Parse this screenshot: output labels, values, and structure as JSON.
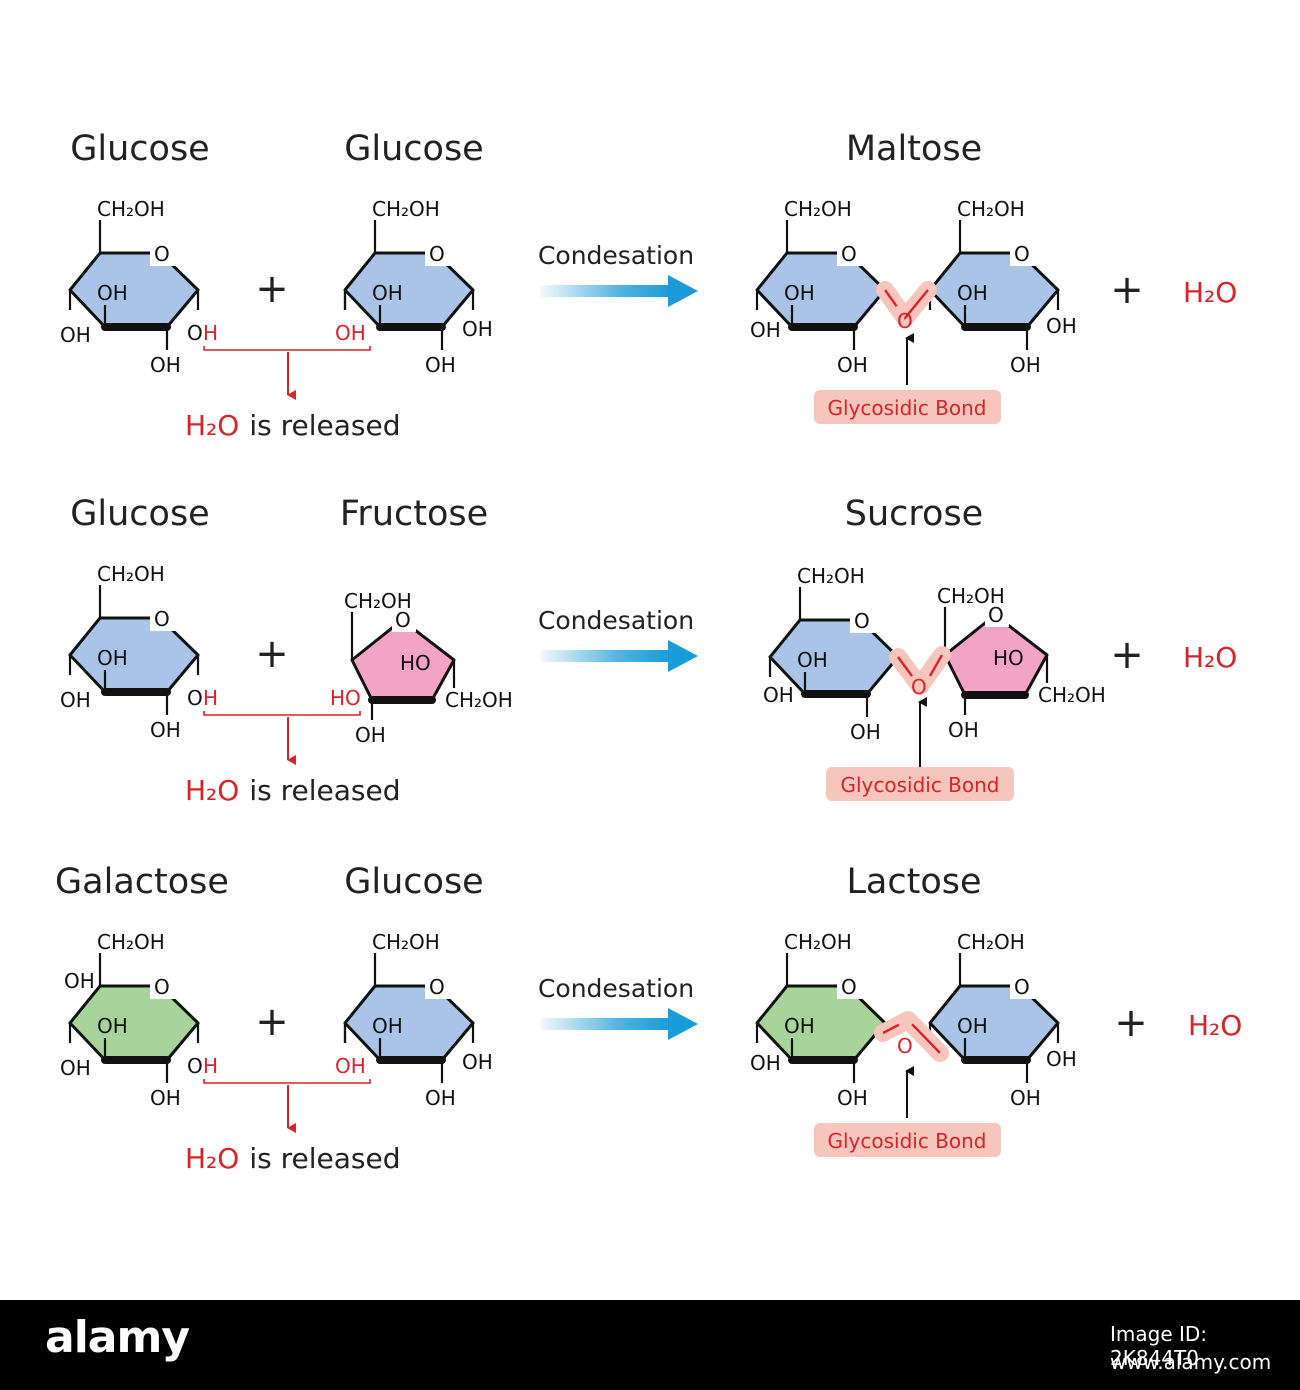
{
  "reactions": [
    {
      "reactant1": "Glucose",
      "reactant2": "Glucose",
      "product": "Maltose",
      "process": "Condesation",
      "byproduct": "H₂O",
      "released_text": "is released",
      "released_water": "H₂O",
      "bond_label": "Glycosidic Bond",
      "ring_color_1": "#a9c4e6",
      "ring_color_2": "#a9c4e6"
    },
    {
      "reactant1": "Glucose",
      "reactant2": "Fructose",
      "product": "Sucrose",
      "process": "Condesation",
      "byproduct": "H₂O",
      "released_text": "is released",
      "released_water": "H₂O",
      "bond_label": "Glycosidic Bond",
      "ring_color_1": "#a9c4e6",
      "ring_color_2": "#f2a3c6"
    },
    {
      "reactant1": "Galactose",
      "reactant2": "Glucose",
      "product": "Lactose",
      "process": "Condesation",
      "byproduct": "H₂O",
      "released_text": "is released",
      "released_water": "H₂O",
      "bond_label": "Glycosidic Bond",
      "ring_color_1": "#a6d49a",
      "ring_color_2": "#a9c4e6"
    }
  ],
  "labels": {
    "oh": "OH",
    "ho": "HO",
    "o": "O",
    "h": "H",
    "ch2oh": "CH₂OH",
    "plus": "+"
  },
  "colors": {
    "accent_red": "#d8232a",
    "arrow_blue": "#1a9ad6",
    "bond_highlight": "#f6c6bd"
  },
  "watermark": {
    "brand": "alamy",
    "image_id": "Image ID: 2K844T0",
    "url": "www.alamy.com"
  }
}
